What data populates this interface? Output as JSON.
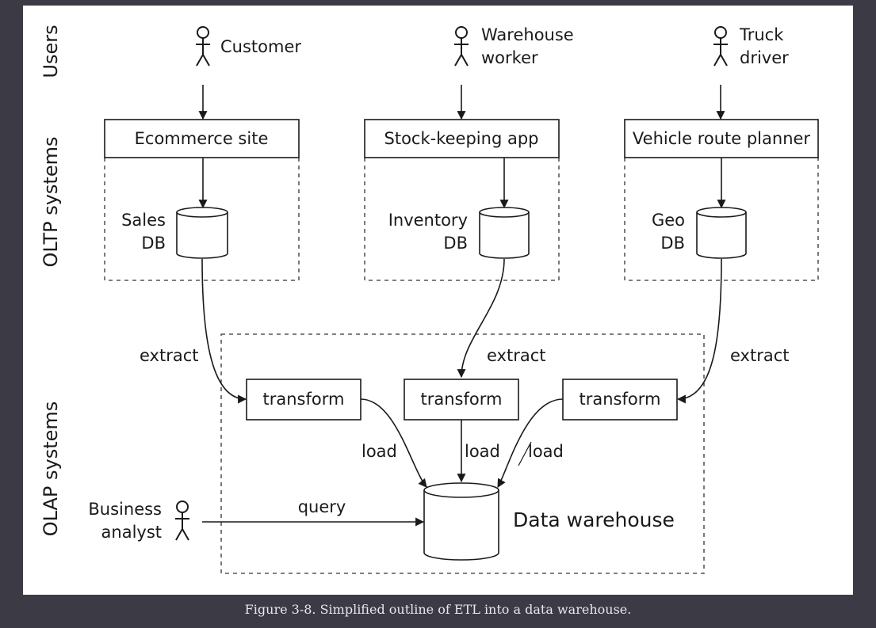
{
  "lanes": {
    "users": "Users",
    "oltp": "OLTP systems",
    "olap": "OLAP systems"
  },
  "users": {
    "customer": [
      "Customer"
    ],
    "warehouse_worker": [
      "Warehouse",
      "worker"
    ],
    "truck_driver": [
      "Truck",
      "driver"
    ],
    "business_analyst": [
      "Business",
      "analyst"
    ]
  },
  "apps": {
    "ecommerce": "Ecommerce site",
    "stock_keeping": "Stock-keeping app",
    "route_planner": "Vehicle route planner"
  },
  "databases": {
    "sales": [
      "Sales",
      "DB"
    ],
    "inventory": [
      "Inventory",
      "DB"
    ],
    "geo": [
      "Geo",
      "DB"
    ],
    "warehouse": "Data warehouse"
  },
  "transform_label": "transform",
  "edge_labels": {
    "extract": "extract",
    "load": "load",
    "query": "query"
  },
  "caption": "Figure 3-8. Simplified outline of ETL into a data warehouse."
}
